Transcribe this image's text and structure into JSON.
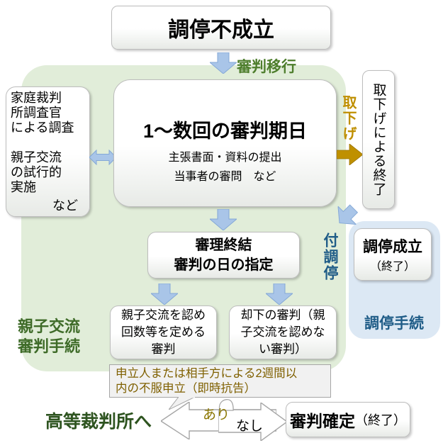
{
  "colors": {
    "green_region_bg": "#E1EDD9",
    "blue_region_bg": "#DCE8F4",
    "arrow_blue_fill": "#A9C5E8",
    "arrow_blue_stroke": "#84A8D6",
    "gold": "#BF8F00",
    "green_label": "#4E7E2D",
    "dark_green_label": "#2E5420",
    "blue_label": "#1F5C87",
    "brown_text": "#7F6000"
  },
  "top": {
    "mediation_failed": "調停不成立",
    "transition_label": "審判移行"
  },
  "shinpan_area": {
    "region_label": "親子交流\n審判手続",
    "investigation_box": {
      "text": "家庭裁判\n所調査官\nによる調査\n\n親子交流\nの試行的\n実施",
      "etc": "など"
    },
    "hearing_box": {
      "title": "1〜数回の審判期日",
      "sub1": "主張書面・資料の提出",
      "sub2": "当事者の審問　など"
    },
    "closing_box": "審理終結\n審判の日の指定",
    "ruling_grant_box": "親子交流を認め\n回数等を定める\n審判",
    "ruling_dismiss_box": "却下の審判（親\n子交流を認めな\nい審判）"
  },
  "withdrawal": {
    "label": "取下げ",
    "end_box": "取下げによる終了"
  },
  "mediation_area": {
    "referral_label": "付調停",
    "success_box_line1": "調停成立",
    "success_box_line2": "（終了）",
    "region_label": "調停手続"
  },
  "appeal": {
    "callout": "申立人または相手方による2週間以\n内の不服申立（即時抗告）",
    "high_court": "高等裁判所へ",
    "yes_label": "あり",
    "no_label": "なし",
    "final_box_main": "審判確定",
    "final_box_sub": "（終了）"
  }
}
